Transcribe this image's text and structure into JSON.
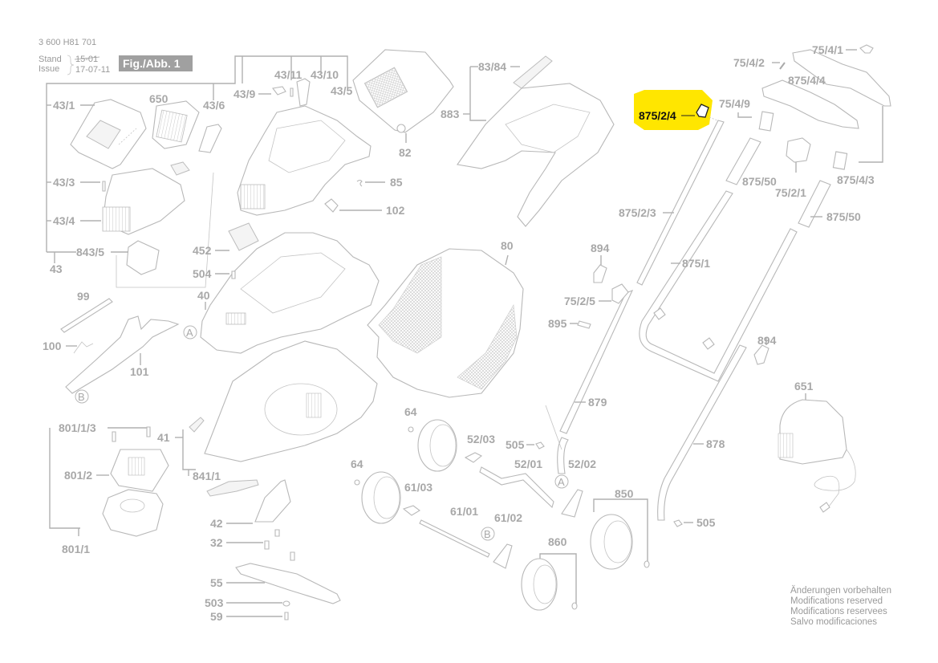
{
  "header": {
    "doc_number": "3 600 H81 701",
    "stand_label": "Stand",
    "issue_label": "Issue",
    "stand_date_struck": "15-01",
    "issue_date": "17-07-11",
    "figure_title": "Fig./Abb. 1"
  },
  "colors": {
    "label_gray": "#a8a8a8",
    "line_gray": "#b0b0b0",
    "highlight_yellow": "#ffe600",
    "highlight_text": "#111111",
    "figure_badge": "#a0a0a0"
  },
  "highlighted_part": "875/2/4",
  "part_labels": {
    "p43_1": "43/1",
    "p650": "650",
    "p43_6": "43/6",
    "p43_9": "43/9",
    "p43_11": "43/11",
    "p43_10": "43/10",
    "p43_5": "43/5",
    "p82": "82",
    "p83_84": "83/84",
    "p883": "883",
    "p875_2_4": "875/2/4",
    "p75_4_9": "75/4/9",
    "p75_4_2": "75/4/2",
    "p75_4_1": "75/4/1",
    "p875_4_4": "875/4/4",
    "p875_50a": "875/50",
    "p75_2_1": "75/2/1",
    "p875_4_3": "875/4/3",
    "p875_50b": "875/50",
    "p875_2_3": "875/2/3",
    "p43_3": "43/3",
    "p85": "85",
    "p102": "102",
    "p43_4": "43/4",
    "p452": "452",
    "p843_5": "843/5",
    "p43": "43",
    "p504": "504",
    "p80": "80",
    "p894a": "894",
    "p875_1": "875/1",
    "p99": "99",
    "p40": "40",
    "p75_2_5": "75/2/5",
    "p895": "895",
    "p100": "100",
    "p101": "101",
    "p894b": "894",
    "p879": "879",
    "p651": "651",
    "p64a": "64",
    "p801_1_3": "801/1/3",
    "p41": "41",
    "p52_03": "52/03",
    "p505a": "505",
    "p878": "878",
    "p52_01": "52/01",
    "p52_02": "52/02",
    "p801_2": "801/2",
    "p841_1": "841/1",
    "p64b": "64",
    "p61_03": "61/03",
    "p850": "850",
    "p61_01": "61/01",
    "p61_02": "61/02",
    "p42": "42",
    "p505b": "505",
    "p801_1": "801/1",
    "p32": "32",
    "p860": "860",
    "p55": "55",
    "p503": "503",
    "p59": "59"
  },
  "callouts": {
    "A": "A",
    "B": "B"
  },
  "footer_notes": [
    "Änderungen vorbehalten",
    "Modifications reserved",
    "Modifications reservees",
    "Salvo modificaciones"
  ]
}
